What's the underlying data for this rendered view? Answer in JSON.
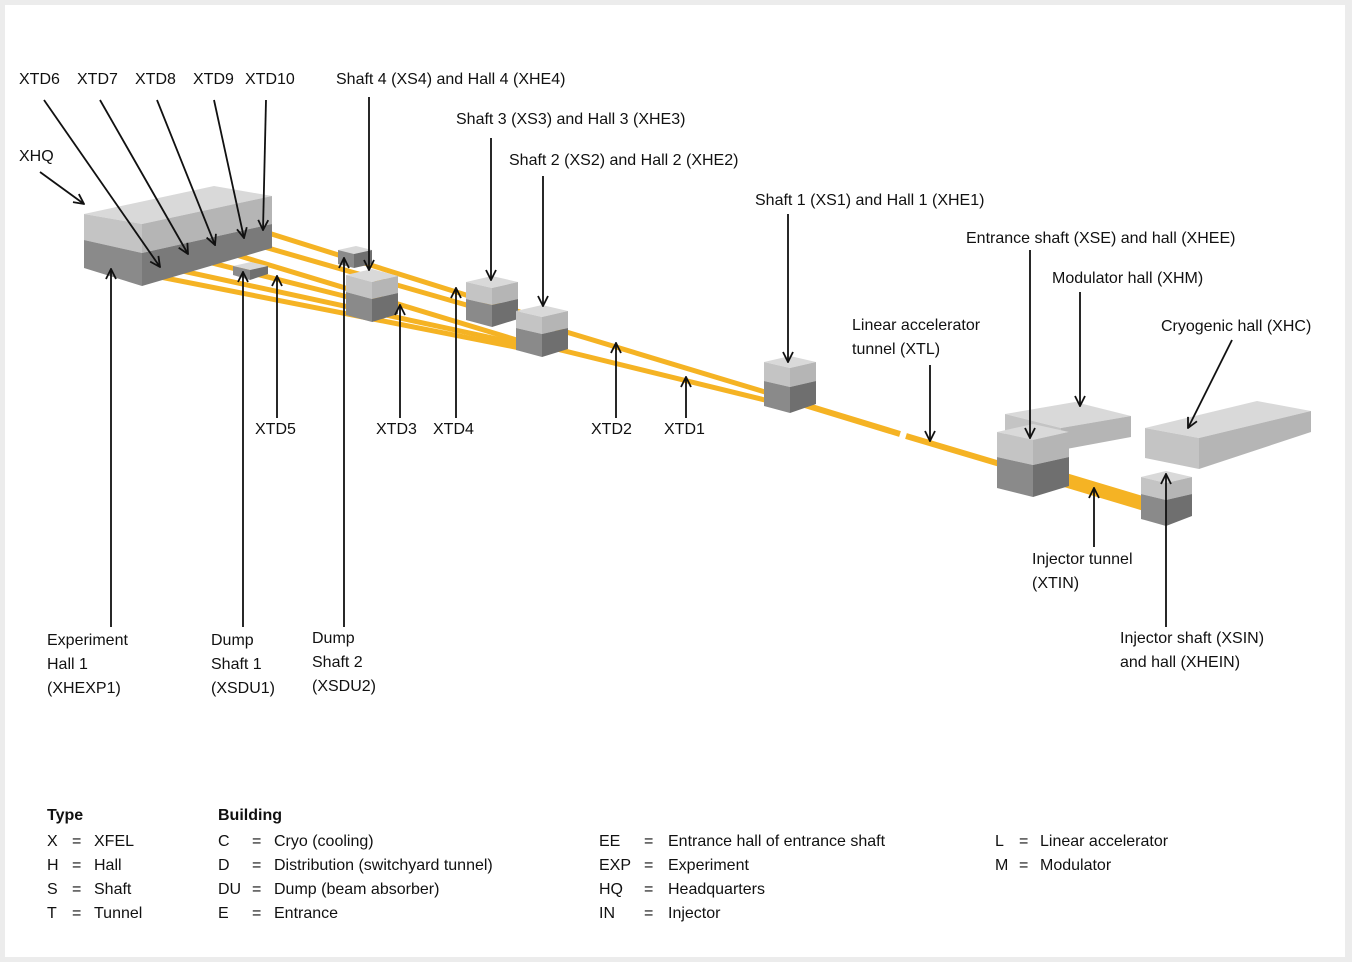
{
  "labels": {
    "xtd6": "XTD6",
    "xtd7": "XTD7",
    "xtd8": "XTD8",
    "xtd9": "XTD9",
    "xtd10": "XTD10",
    "xhq": "XHQ",
    "shaft4": "Shaft 4 (XS4) and Hall 4 (XHE4)",
    "shaft3": "Shaft 3 (XS3) and Hall 3 (XHE3)",
    "shaft2": "Shaft 2 (XS2) and Hall 2 (XHE2)",
    "shaft1": "Shaft 1 (XS1) and Hall 1 (XHE1)",
    "entrance": "Entrance shaft (XSE) and hall (XHEE)",
    "modulator": "Modulator hall (XHM)",
    "cryogenic": "Cryogenic hall (XHC)",
    "linac": "Linear accelerator\ntunnel (XTL)",
    "xtd5": "XTD5",
    "xtd3": "XTD3",
    "xtd4": "XTD4",
    "xtd2": "XTD2",
    "xtd1": "XTD1",
    "injector_tunnel": "Injector tunnel\n(XTIN)",
    "injector_shaft": "Injector shaft (XSIN)\nand hall (XHEIN)",
    "experiment_hall": "Experiment\nHall 1\n(XHEXP1)",
    "dump1": "Dump\nShaft 1\n(XSDU1)",
    "dump2": "Dump\nShaft 2\n(XSDU2)"
  },
  "legend": {
    "type_heading": "Type",
    "building_heading": "Building",
    "type_rows": [
      {
        "code": "X",
        "eq": "=",
        "meaning": "XFEL"
      },
      {
        "code": "H",
        "eq": "=",
        "meaning": "Hall"
      },
      {
        "code": "S",
        "eq": "=",
        "meaning": "Shaft"
      },
      {
        "code": "T",
        "eq": "=",
        "meaning": "Tunnel"
      }
    ],
    "building_col1": [
      {
        "code": "C",
        "eq": "=",
        "meaning": "Cryo (cooling)"
      },
      {
        "code": "D",
        "eq": "=",
        "meaning": "Distribution (switchyard tunnel)"
      },
      {
        "code": "DU",
        "eq": "=",
        "meaning": "Dump (beam absorber)"
      },
      {
        "code": "E",
        "eq": "=",
        "meaning": "Entrance"
      }
    ],
    "building_col2": [
      {
        "code": "EE",
        "eq": "=",
        "meaning": "Entrance hall of entrance shaft"
      },
      {
        "code": "EXP",
        "eq": "=",
        "meaning": "Experiment"
      },
      {
        "code": "HQ",
        "eq": "=",
        "meaning": "Headquarters"
      },
      {
        "code": "IN",
        "eq": "=",
        "meaning": "Injector"
      }
    ],
    "building_col3": [
      {
        "code": "L",
        "eq": "=",
        "meaning": "Linear accelerator"
      },
      {
        "code": "M",
        "eq": "=",
        "meaning": "Modulator"
      }
    ]
  },
  "colors": {
    "tunnel": "#f5b324",
    "box_top": "#d9d9d9",
    "box_front_light": "#c4c4c4",
    "box_front_dark": "#8a8a8a",
    "box_side": "#6f6f6f",
    "arrow": "#111111"
  }
}
